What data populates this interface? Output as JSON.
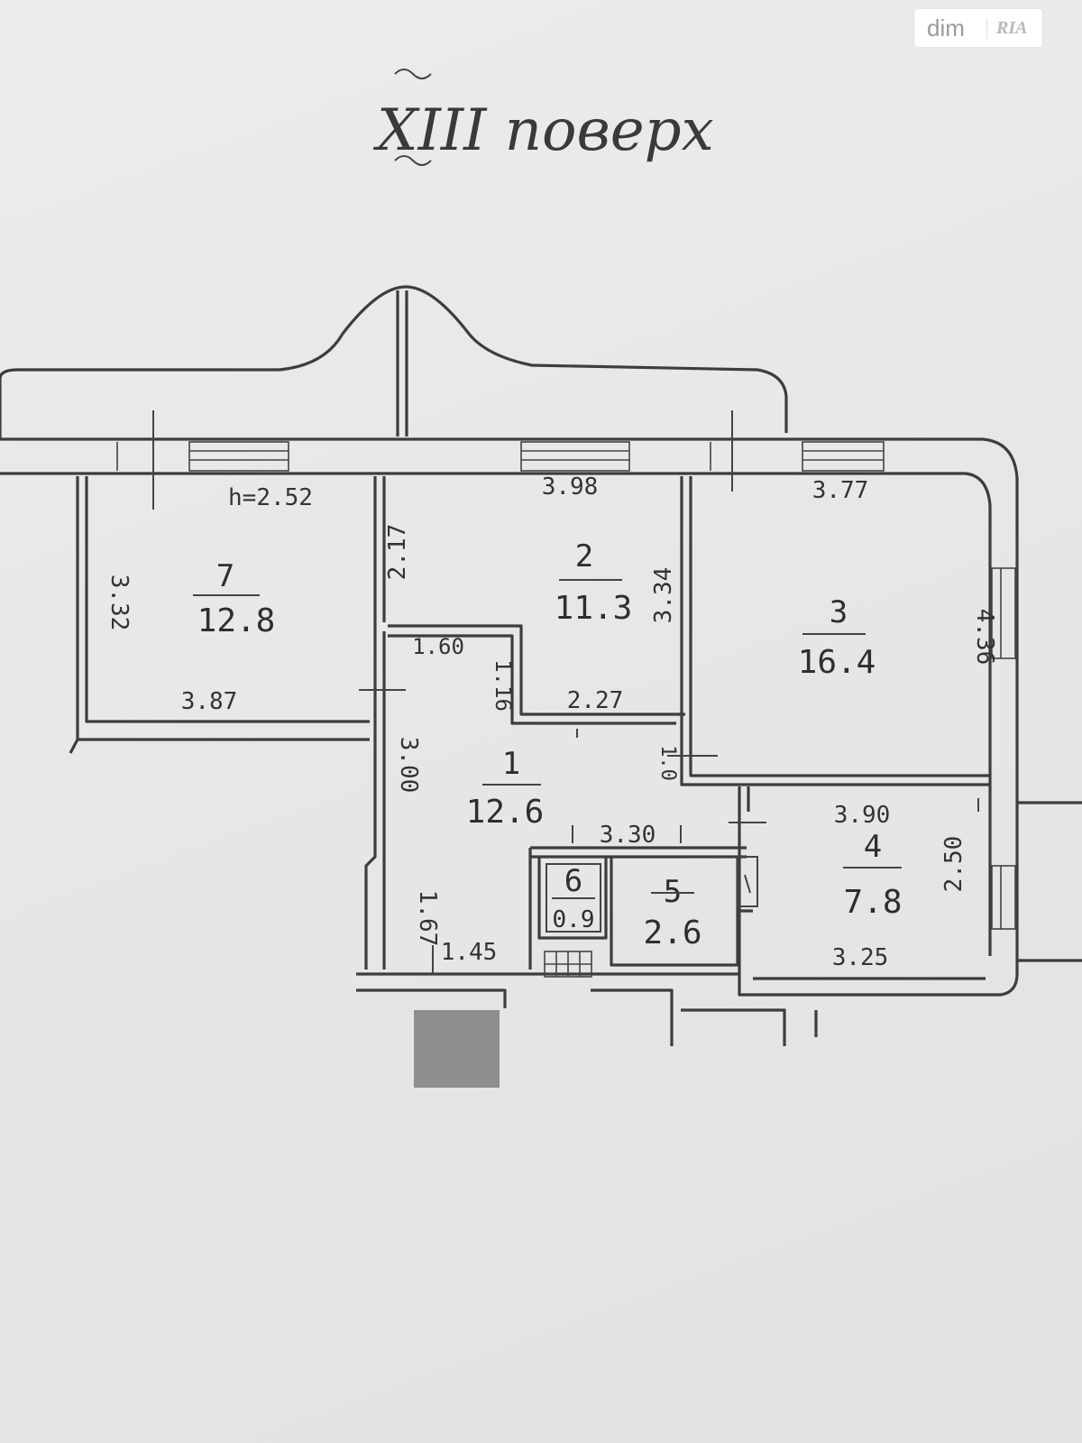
{
  "title": "XIII поверх",
  "watermark": {
    "left": "dim",
    "right": "RIA"
  },
  "ceiling_height": "h=2.52",
  "rooms": [
    {
      "number": "1",
      "area": "12.6"
    },
    {
      "number": "2",
      "area": "11.3"
    },
    {
      "number": "3",
      "area": "16.4"
    },
    {
      "number": "4",
      "area": "7.8"
    },
    {
      "number": "5",
      "area": "2.6"
    },
    {
      "number": "6",
      "area": "0.9"
    },
    {
      "number": "7",
      "area": "12.8"
    }
  ],
  "dimensions": {
    "room7_width": "3.87",
    "room7_depth": "3.32",
    "room2_width": "3.98",
    "room2_depth": "3.34",
    "room2_side": "2.17",
    "room3_width": "3.77",
    "room3_depth": "4.36",
    "hall_depth": "3.00",
    "hall_top": "1.60",
    "hall_step": "1.16",
    "hall_width": "2.27",
    "hall_small": "1.0",
    "hall_lower": "1.67",
    "hall_bottom": "1.45",
    "bath_width": "3.30",
    "room4_width": "3.90",
    "room4_bottom": "3.25",
    "room4_depth": "2.50"
  },
  "colors": {
    "ink": "#3d3d3d",
    "paper": "#e9e9ea",
    "redaction": "#8e8e8f"
  }
}
